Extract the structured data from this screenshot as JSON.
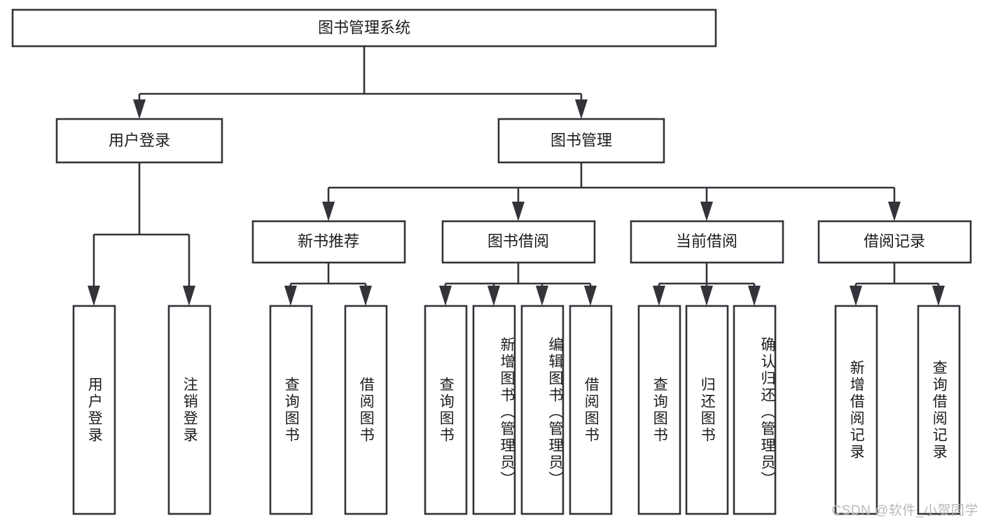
{
  "diagram": {
    "title": "图书管理系统",
    "type": "tree-hierarchy",
    "watermark": "CSDN @软件_小贺同学",
    "colors": {
      "stroke": "#33333a",
      "fill": "#ffffff",
      "text": "#1c1c1c",
      "watermark": "#b9b9bd",
      "background": "#ffffff"
    },
    "root": {
      "label": "图书管理系统",
      "orientation": "horizontal"
    },
    "level2": [
      {
        "label": "用户登录",
        "orientation": "horizontal"
      },
      {
        "label": "图书管理",
        "orientation": "horizontal"
      }
    ],
    "level3": [
      {
        "label": "新书推荐",
        "orientation": "horizontal"
      },
      {
        "label": "图书借阅",
        "orientation": "horizontal"
      },
      {
        "label": "当前借阅",
        "orientation": "horizontal"
      },
      {
        "label": "借阅记录",
        "orientation": "horizontal"
      }
    ],
    "leaves": [
      {
        "label": "用户登录",
        "parent": "用户登录",
        "orientation": "vertical"
      },
      {
        "label": "注销登录",
        "parent": "用户登录",
        "orientation": "vertical"
      },
      {
        "label": "查询图书",
        "parent": "新书推荐",
        "orientation": "vertical"
      },
      {
        "label": "借阅图书",
        "parent": "新书推荐",
        "orientation": "vertical"
      },
      {
        "label": "查询图书",
        "parent": "图书借阅",
        "orientation": "vertical"
      },
      {
        "label": "新增图书（管理员）",
        "parent": "图书借阅",
        "orientation": "vertical"
      },
      {
        "label": "编辑图书（管理员）",
        "parent": "图书借阅",
        "orientation": "vertical"
      },
      {
        "label": "借阅图书",
        "parent": "图书借阅",
        "orientation": "vertical"
      },
      {
        "label": "查询图书",
        "parent": "当前借阅",
        "orientation": "vertical"
      },
      {
        "label": "归还图书",
        "parent": "当前借阅",
        "orientation": "vertical"
      },
      {
        "label": "确认归还（管理员）",
        "parent": "当前借阅",
        "orientation": "vertical"
      },
      {
        "label": "新增借阅记录",
        "parent": "借阅记录",
        "orientation": "vertical"
      },
      {
        "label": "查询借阅记录",
        "parent": "借阅记录",
        "orientation": "vertical"
      }
    ]
  }
}
